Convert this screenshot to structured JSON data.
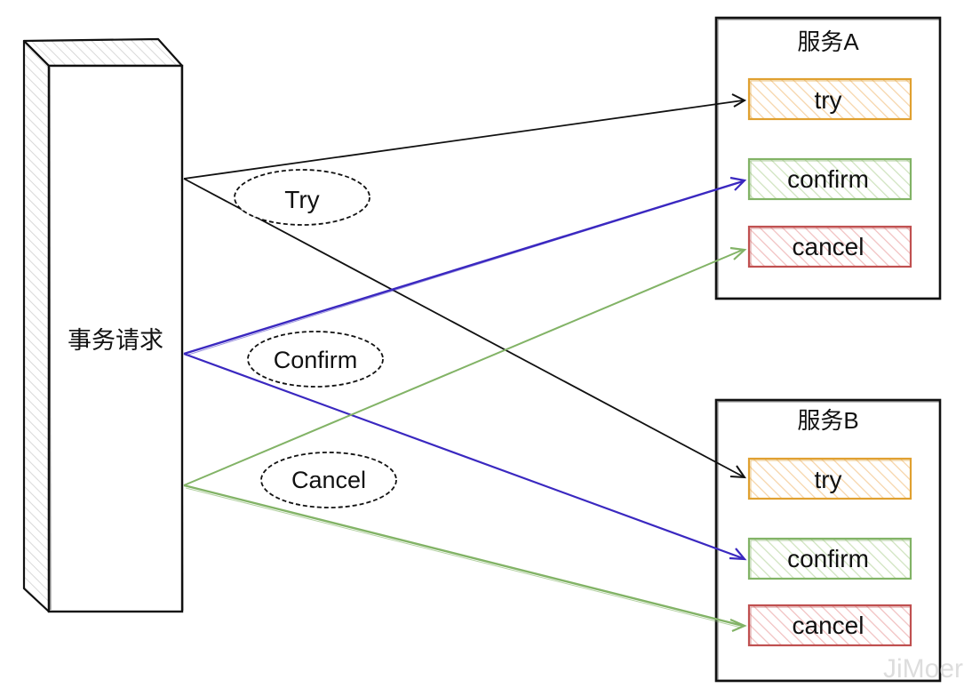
{
  "requester": {
    "label": "事务请求"
  },
  "services": [
    {
      "title": "服务A",
      "steps": [
        {
          "label": "try",
          "color": "#e0a030",
          "fill": "#f8dfb8"
        },
        {
          "label": "confirm",
          "color": "#82b366",
          "fill": "#d5e8c4"
        },
        {
          "label": "cancel",
          "color": "#c05050",
          "fill": "#f4c9c9"
        }
      ]
    },
    {
      "title": "服务B",
      "steps": [
        {
          "label": "try",
          "color": "#e0a030",
          "fill": "#f8dfb8"
        },
        {
          "label": "confirm",
          "color": "#82b366",
          "fill": "#d5e8c4"
        },
        {
          "label": "cancel",
          "color": "#c05050",
          "fill": "#f4c9c9"
        }
      ]
    }
  ],
  "phases": [
    {
      "label": "Try",
      "color": "#111111"
    },
    {
      "label": "Confirm",
      "color": "#3a28c0"
    },
    {
      "label": "Cancel",
      "color": "#82b366"
    }
  ],
  "watermark": "JiMoer"
}
